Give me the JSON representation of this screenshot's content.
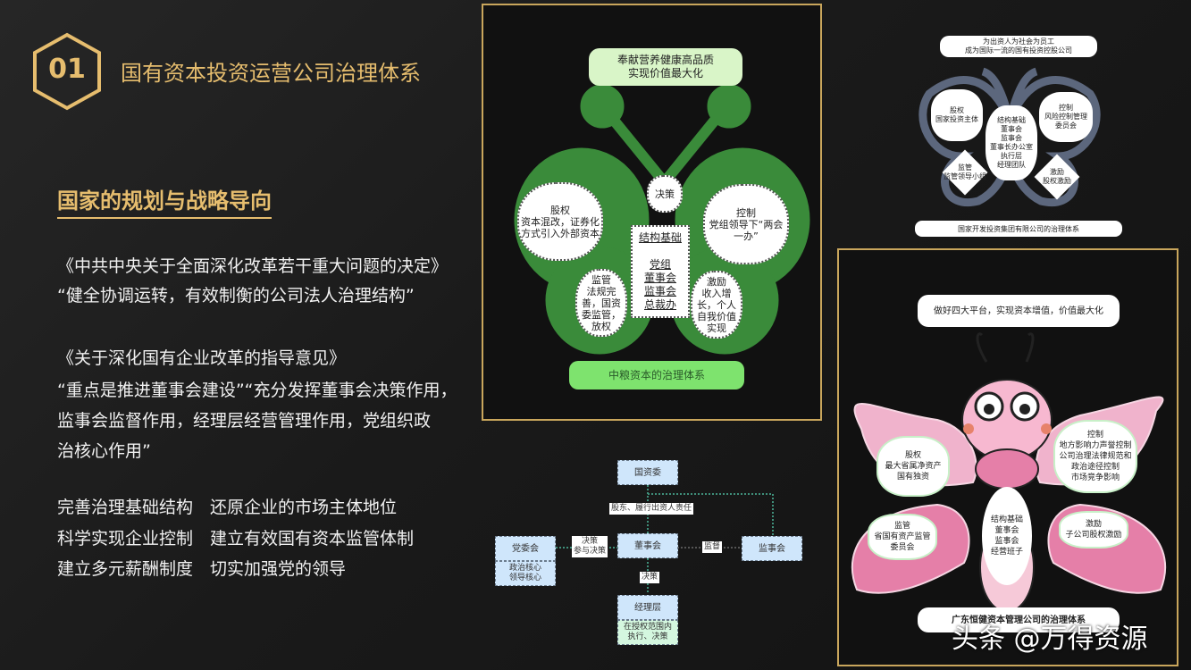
{
  "header": {
    "number": "01",
    "title": "国有资本投资运营公司治理体系"
  },
  "section": {
    "heading": "国家的规划与战略导向",
    "paragraphs": [
      "《中共中央关于全面深化改革若干重大问题的决定》",
      "“健全协调运转，有效制衡的公司法人治理结构”",
      "《关于深化国有企业改革的指导意见》",
      "“重点是推进董事会建设”“充分发挥董事会决策作用，",
      "监事会监督作用，经理层经营管理作用，党组织政",
      "治核心作用”"
    ],
    "goals": [
      "完善治理基础结构　还原企业的市场主体地位",
      "科学实现企业控制　建立有效国有资本监管体制",
      "建立多元薪酬制度　切实加强党的领导"
    ]
  },
  "green": {
    "top": [
      "奉献营养健康高品质",
      "实现价值最大化"
    ],
    "decision": "决策",
    "equity": [
      "股权",
      "资本混改，证券化",
      "方式引入外部资本"
    ],
    "control": [
      "控制",
      "党组领导下“两会",
      "一办”"
    ],
    "center_title": "结构基础",
    "center": [
      "党组",
      "董事会",
      "监事会",
      "总裁办"
    ],
    "supervise": [
      "监管",
      "法规完",
      "善，国资",
      "委监管，",
      "放权"
    ],
    "incentive": [
      "激励",
      "收入增",
      "长，个人",
      "自我价值",
      "实现"
    ],
    "caption": "中粮资本的治理体系",
    "colors": {
      "wing": "#3a8b3a",
      "caption": "#7ee36e"
    }
  },
  "sdic": {
    "top": [
      "为出资人为社会为员工",
      "成为国际一流的国有投资控股公司"
    ],
    "equity": [
      "股权",
      "国家投资主体"
    ],
    "control": [
      "控制",
      "风险控制管理",
      "委员会"
    ],
    "center": [
      "结构基础",
      "董事会",
      "监事会",
      "董事长办公室",
      "执行层",
      "经理团队"
    ],
    "supervise": [
      "监管",
      "监管领导小组"
    ],
    "incentive": [
      "激励",
      "股权激励"
    ],
    "caption": "国家开发投资集团有限公司的治理体系"
  },
  "org": {
    "sasac": "国资委",
    "shareholder": "股东、履行出资人责任",
    "board": "董事会",
    "party": "党委会",
    "party_sub": [
      "政治核心",
      "领导核心"
    ],
    "decision_participate": [
      "决策",
      "参与决策"
    ],
    "supervise_label": "监督",
    "supervisors": "监事会",
    "decision": "决策",
    "management": "经理层",
    "management_sub": [
      "在授权范围内",
      "执行、决策"
    ]
  },
  "pink": {
    "top": "做好四大平台，实现资本增值，价值最大化",
    "equity": [
      "股权",
      "最大省属净资产",
      "国有独资"
    ],
    "control": [
      "控制",
      "地方影响力声誉控制",
      "公司治理法律规范和",
      "政治途径控制",
      "市场竞争影响"
    ],
    "center": [
      "结构基础",
      "董事会",
      "监事会",
      "经营班子"
    ],
    "supervise": [
      "监管",
      "省国有资产监管",
      "委员会"
    ],
    "incentive": [
      "激励",
      "子公司股权激励"
    ],
    "caption": "广东恒健资本管理公司的治理体系"
  },
  "watermark": "头条 @万得资源"
}
